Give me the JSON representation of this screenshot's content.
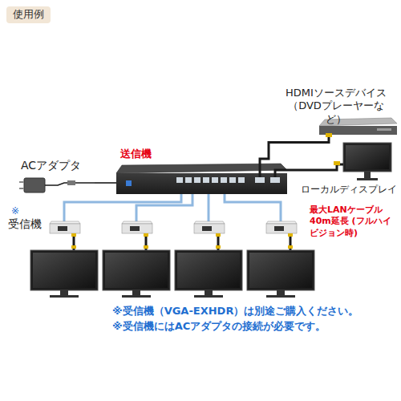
{
  "diagram": {
    "nodes": [
      {
        "text": [
          "HDMIソースデバイス （DVDプレーヤーなど）"
        ]
      },
      {
        "text": [
          "ACアダプタ"
        ]
      },
      {
        "text": [
          "送信機"
        ]
      },
      {
        "text": [
          "ローカルディスプレイ"
        ]
      },
      {
        "text": [
          "※",
          "受信機"
        ]
      }
    ],
    "edges": [
      {
        "from": 0,
        "to": 2,
        "arrow": "none"
      },
      {
        "from": 2,
        "to": 3,
        "arrow": "none"
      },
      {
        "from": 1,
        "to": 2,
        "arrow": "none"
      },
      {
        "from": 2,
        "to": 4,
        "arrow": "none"
      }
    ],
    "labels": [
      "使用例",
      "最大LANケーブル 40m延長 (フルハイビジョン時)",
      "※受信機（VGA-EXHDR）は別途ご購入ください。",
      "※受信機にはACアダプタの接続が必要です。"
    ]
  }
}
